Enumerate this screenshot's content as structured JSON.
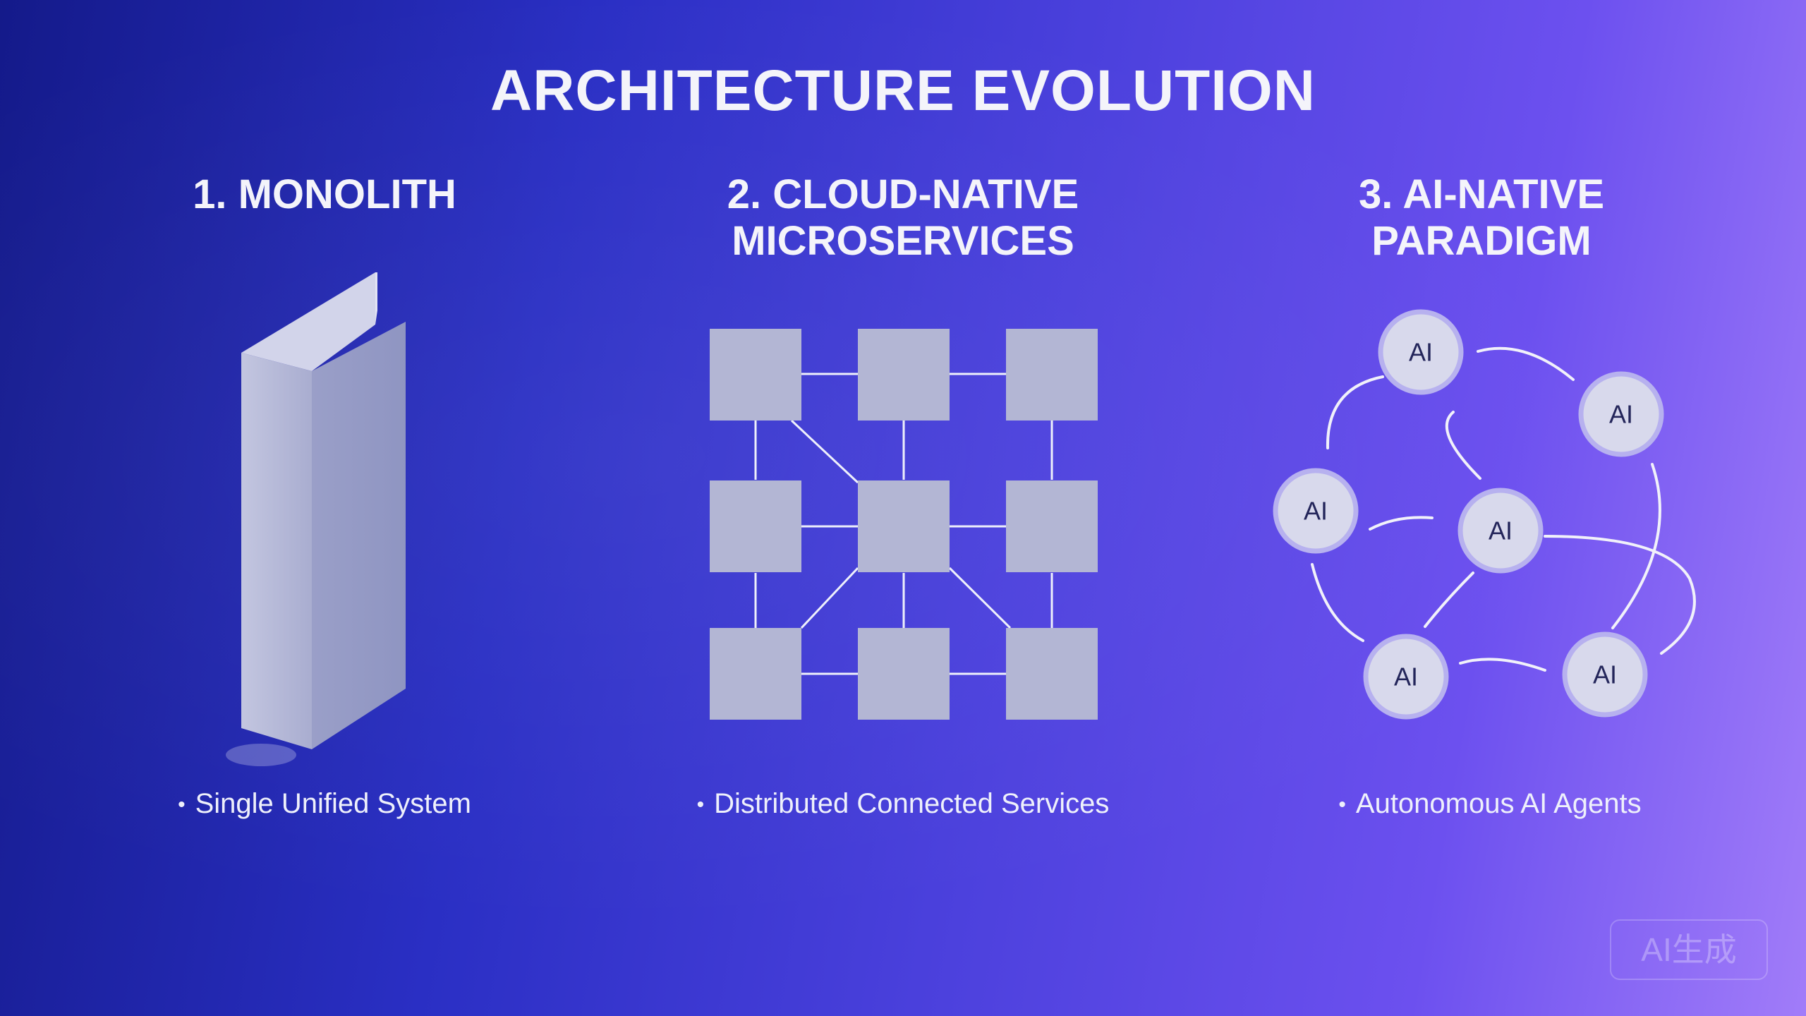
{
  "title": "ARCHITECTURE EVOLUTION",
  "columns": [
    {
      "title_lines": [
        "1. MONOLITH"
      ],
      "caption": "Single Unified System"
    },
    {
      "title_lines": [
        "2. CLOUD-NATIVE",
        "MICROSERVICES"
      ],
      "caption": "Distributed Connected Services"
    },
    {
      "title_lines": [
        "3. AI-NATIVE",
        "PARADIGM"
      ],
      "caption": "Autonomous AI Agents"
    }
  ],
  "bullet": "•",
  "ai_nodes": [
    "AI",
    "AI",
    "AI",
    "AI",
    "AI",
    "AI"
  ],
  "watermark": "AI生成"
}
